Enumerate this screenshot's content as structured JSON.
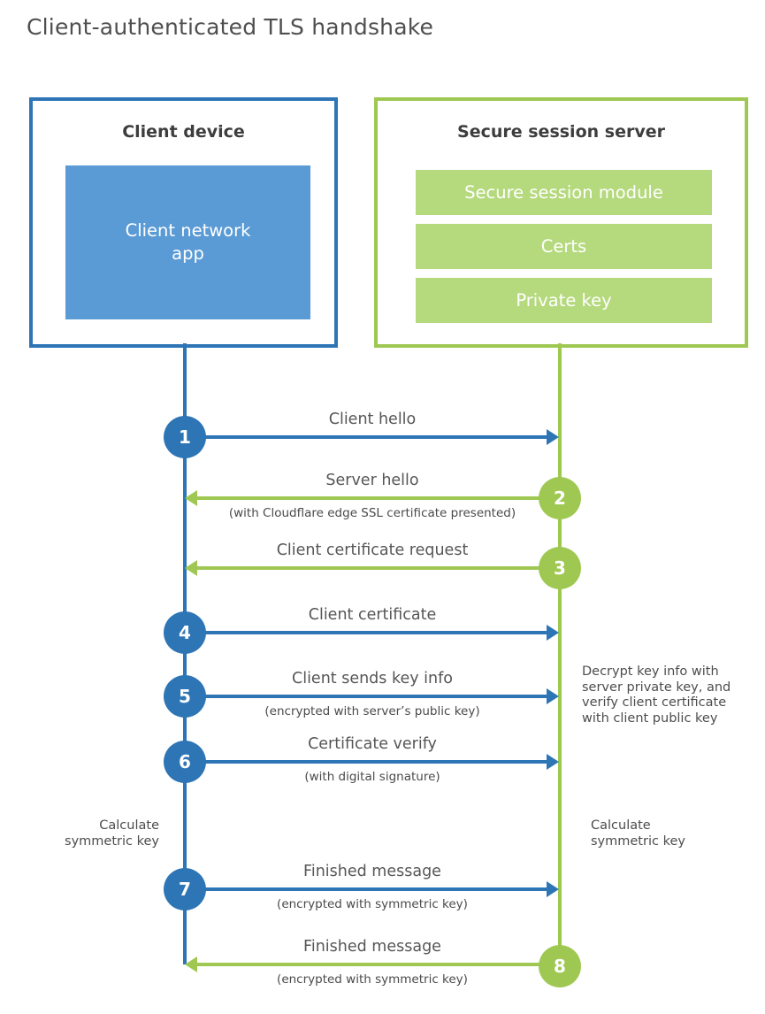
{
  "title": "Client-authenticated TLS handshake",
  "colors": {
    "client_blue": "#2e75b5",
    "client_fill_blue": "#5b9bd5",
    "server_green": "#9fc852",
    "server_fill_green": "#b5d97d"
  },
  "client": {
    "title": "Client device",
    "app": "Client network app"
  },
  "server": {
    "title": "Secure session server",
    "modules": [
      "Secure session module",
      "Certs",
      "Private key"
    ]
  },
  "steps": [
    {
      "num": "1",
      "from": "client",
      "to": "server",
      "label": "Client hello",
      "note": ""
    },
    {
      "num": "2",
      "from": "server",
      "to": "client",
      "label": "Server hello",
      "note": "(with Cloudflare edge SSL certificate presented)"
    },
    {
      "num": "3",
      "from": "server",
      "to": "client",
      "label": "Client certificate request",
      "note": ""
    },
    {
      "num": "4",
      "from": "client",
      "to": "server",
      "label": "Client certificate",
      "note": ""
    },
    {
      "num": "5",
      "from": "client",
      "to": "server",
      "label": "Client sends key info",
      "note": "(encrypted with server’s public key)"
    },
    {
      "num": "6",
      "from": "client",
      "to": "server",
      "label": "Certificate verify",
      "note": "(with digital signature)"
    },
    {
      "num": "7",
      "from": "client",
      "to": "server",
      "label": "Finished message",
      "note": "(encrypted with symmetric key)"
    },
    {
      "num": "8",
      "from": "server",
      "to": "client",
      "label": "Finished message",
      "note": "(encrypted with symmetric key)"
    }
  ],
  "annotations": {
    "decrypt_note": "Decrypt key info with server private key, and verify client certificate with client public key",
    "calculate_left": "Calculate symmetric key",
    "calculate_right": "Calculate symmetric key"
  }
}
